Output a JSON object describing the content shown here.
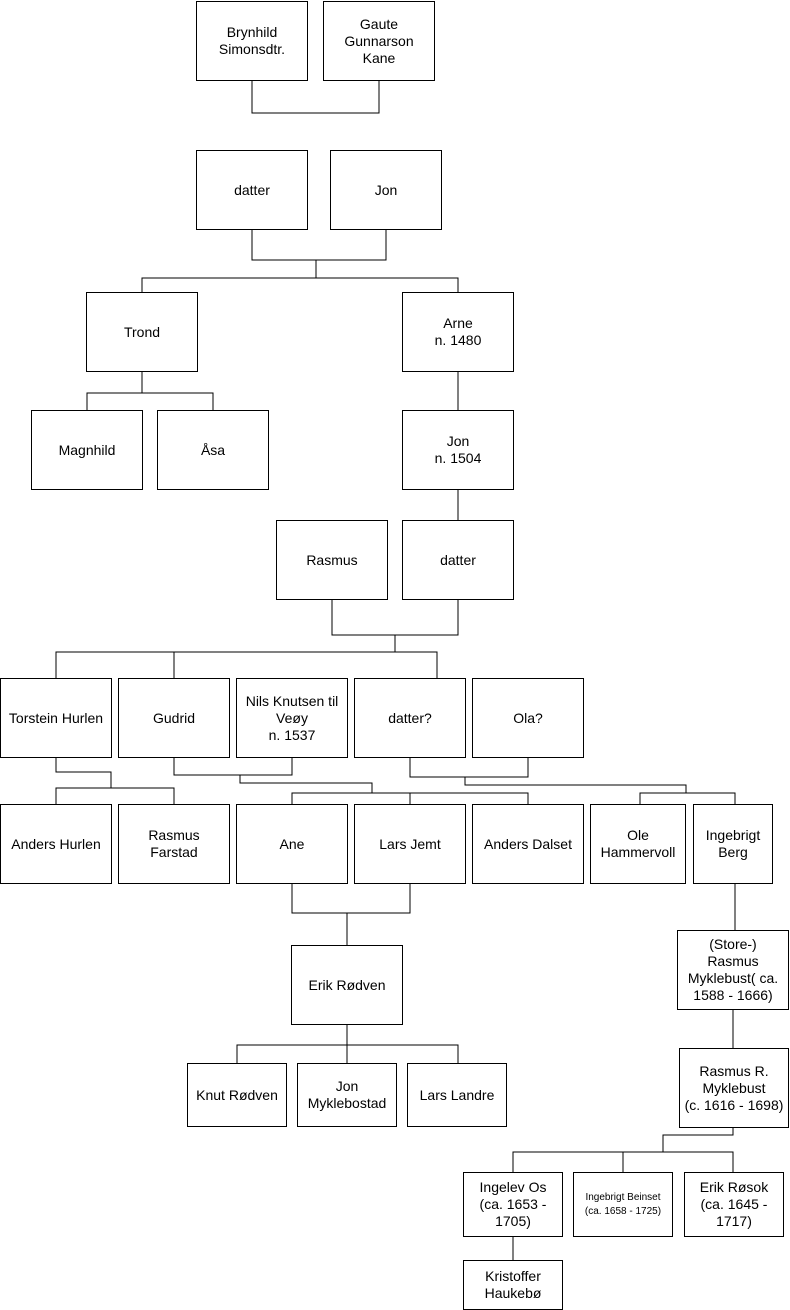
{
  "persons": {
    "brynhild": [
      "Brynhild",
      "Simonsdtr."
    ],
    "gaute": [
      "Gaute",
      "Gunnarson",
      "Kane"
    ],
    "datter1": [
      "datter"
    ],
    "jon1": [
      "Jon"
    ],
    "trond": [
      "Trond"
    ],
    "arne": [
      "Arne",
      "n. 1480"
    ],
    "magnhild": [
      "Magnhild"
    ],
    "asa": [
      "Åsa"
    ],
    "jon2": [
      "Jon",
      "n. 1504"
    ],
    "rasmus1": [
      "Rasmus"
    ],
    "datter2": [
      "datter"
    ],
    "torstein": [
      "Torstein Hurlen"
    ],
    "gudrid": [
      "Gudrid"
    ],
    "nils": [
      "Nils Knutsen til",
      "Veøy",
      "n. 1537"
    ],
    "datter3": [
      "datter?"
    ],
    "ola": [
      "Ola?"
    ],
    "anders_hurlen": [
      "Anders Hurlen"
    ],
    "rasmus_farstad": [
      "Rasmus",
      "Farstad"
    ],
    "ane": [
      "Ane"
    ],
    "lars_jemt": [
      "Lars Jemt"
    ],
    "anders_dalset": [
      "Anders Dalset"
    ],
    "ole": [
      "Ole",
      "Hammervoll"
    ],
    "ingebrigt_berg": [
      "Ingebrigt",
      "Berg"
    ],
    "erik": [
      "Erik Rødven"
    ],
    "store_rasmus": [
      "(Store-)",
      "Rasmus",
      "Myklebust( ca.",
      "1588 - 1666)"
    ],
    "knut": [
      "Knut Rødven"
    ],
    "jon_mykle": [
      "Jon",
      "Myklebostad"
    ],
    "lars_landre": [
      "Lars Landre"
    ],
    "rasmus_r": [
      "Rasmus R.",
      "Myklebust",
      "(c. 1616 - 1698)"
    ],
    "ingelev": [
      "Ingelev Os",
      "(ca. 1653 -",
      "1705)"
    ],
    "ingebrigt_beinset": [
      "Ingebrigt Beinset",
      "(ca. 1658 - 1725)"
    ],
    "erik_rosok": [
      "Erik Røsok",
      "(ca. 1645 -",
      "1717)"
    ],
    "kristoffer": [
      "Kristoffer",
      "Haukebø"
    ]
  }
}
